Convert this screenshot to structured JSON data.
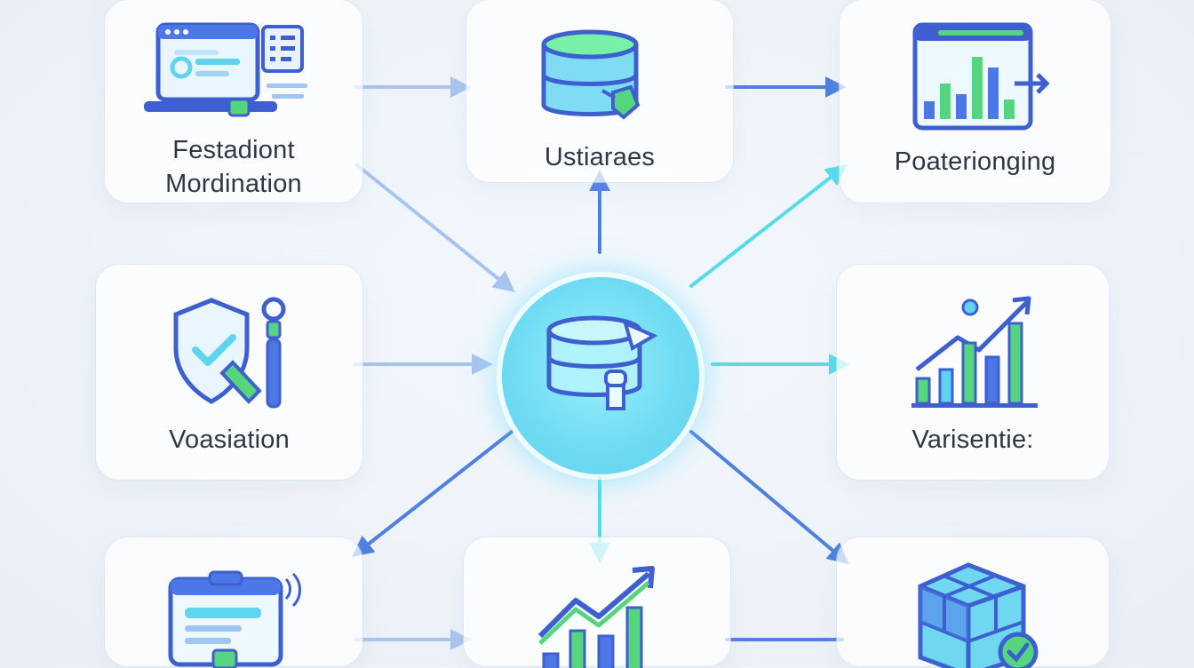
{
  "diagram": {
    "nodes": [
      {
        "id": "top-left",
        "label": "Festadiont\nMordination",
        "icon": "laptop-dashboard-icon"
      },
      {
        "id": "top-center",
        "label": "Ustiaraes",
        "icon": "database-icon"
      },
      {
        "id": "top-right",
        "label": "Poaterionging",
        "icon": "bar-chart-window-icon"
      },
      {
        "id": "middle-left",
        "label": "Voasiation",
        "icon": "shield-check-icon"
      },
      {
        "id": "middle-right",
        "label": "Varisentie:",
        "icon": "growth-chart-icon"
      },
      {
        "id": "bottom-left",
        "label": "",
        "icon": "clipboard-icon"
      },
      {
        "id": "bottom-center",
        "label": "",
        "icon": "trend-chart-icon"
      },
      {
        "id": "bottom-right",
        "label": "",
        "icon": "cube-icon"
      }
    ],
    "hub": {
      "icon": "central-database-icon"
    },
    "edges": [
      {
        "from": "top-left",
        "to": "top-center"
      },
      {
        "from": "top-center",
        "to": "top-right"
      },
      {
        "from": "top-left",
        "to": "hub"
      },
      {
        "from": "hub",
        "to": "top-center"
      },
      {
        "from": "hub",
        "to": "top-right"
      },
      {
        "from": "middle-left",
        "to": "hub"
      },
      {
        "from": "hub",
        "to": "middle-right"
      },
      {
        "from": "hub",
        "to": "bottom-left"
      },
      {
        "from": "hub",
        "to": "bottom-center"
      },
      {
        "from": "hub",
        "to": "bottom-right"
      },
      {
        "from": "bottom-left",
        "to": "bottom-center"
      },
      {
        "from": "bottom-center",
        "to": "bottom-right"
      }
    ],
    "colors": {
      "arrow_blue": "#4f7fe0",
      "arrow_cyan": "#56dbe8",
      "arrow_light": "#a9c3f0",
      "icon_blue": "#3d5fcf",
      "icon_cyan": "#5fd4ee",
      "icon_green": "#55d67e"
    }
  }
}
